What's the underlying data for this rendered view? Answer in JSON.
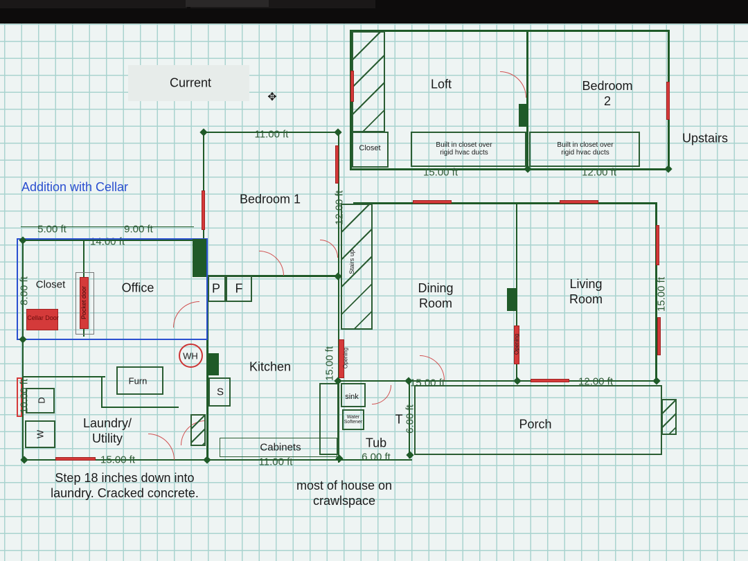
{
  "labels": {
    "current": "Current",
    "addition": "Addition with Cellar",
    "bedroom1": "Bedroom 1",
    "loft": "Loft",
    "bedroom2": "Bedroom\n2",
    "upstairs": "Upstairs",
    "upper_closet": "Closet",
    "built_in1": "Built in closet over\nrigid hvac ducts",
    "built_in2": "Built in closet over\nrigid hvac ducts",
    "closet": "Closet",
    "office": "Office",
    "cellar_door": "Cellar Door",
    "pocket_door": "Pocket door",
    "p": "P",
    "f": "F",
    "stairs": "Stairs up",
    "dining": "Dining\nRoom",
    "living": "Living\nRoom",
    "opening1": "Opening",
    "opening2": "Opening",
    "wh": "WH",
    "kitchen": "Kitchen",
    "furn": "Furn",
    "s": "S",
    "d": "D",
    "w": "W",
    "laundry": "Laundry/\nUtility",
    "sink": "sink",
    "softener": "Water\nSoftener",
    "t": "T",
    "tub": "Tub",
    "porch": "Porch",
    "cabinets": "Cabinets",
    "note_laundry": "Step 18 inches down into\nlaundry. Cracked concrete.",
    "note_crawl": "most of house on\ncrawlspace"
  },
  "dims": {
    "d11_top": "11.00 ft",
    "d15_loft": "15.00 ft",
    "d12_bed2": "12.00 ft",
    "d12_v": "12.00 ft",
    "d5": "5.00 ft",
    "d9": "9.00 ft",
    "d14": "14.00 ft",
    "d8": "8.00 ft",
    "d15_living": "15.00 ft",
    "d15_kitchen": "15.00 ft",
    "d15_dining": "15.00 ft",
    "d12_living": "12.00 ft",
    "d10": "10.00 ft",
    "d6_v": "6.00 ft",
    "d11_bottom": "11.00 ft",
    "d6_bottom": "6.00 ft",
    "d15_laundry": "15.00 ft"
  }
}
